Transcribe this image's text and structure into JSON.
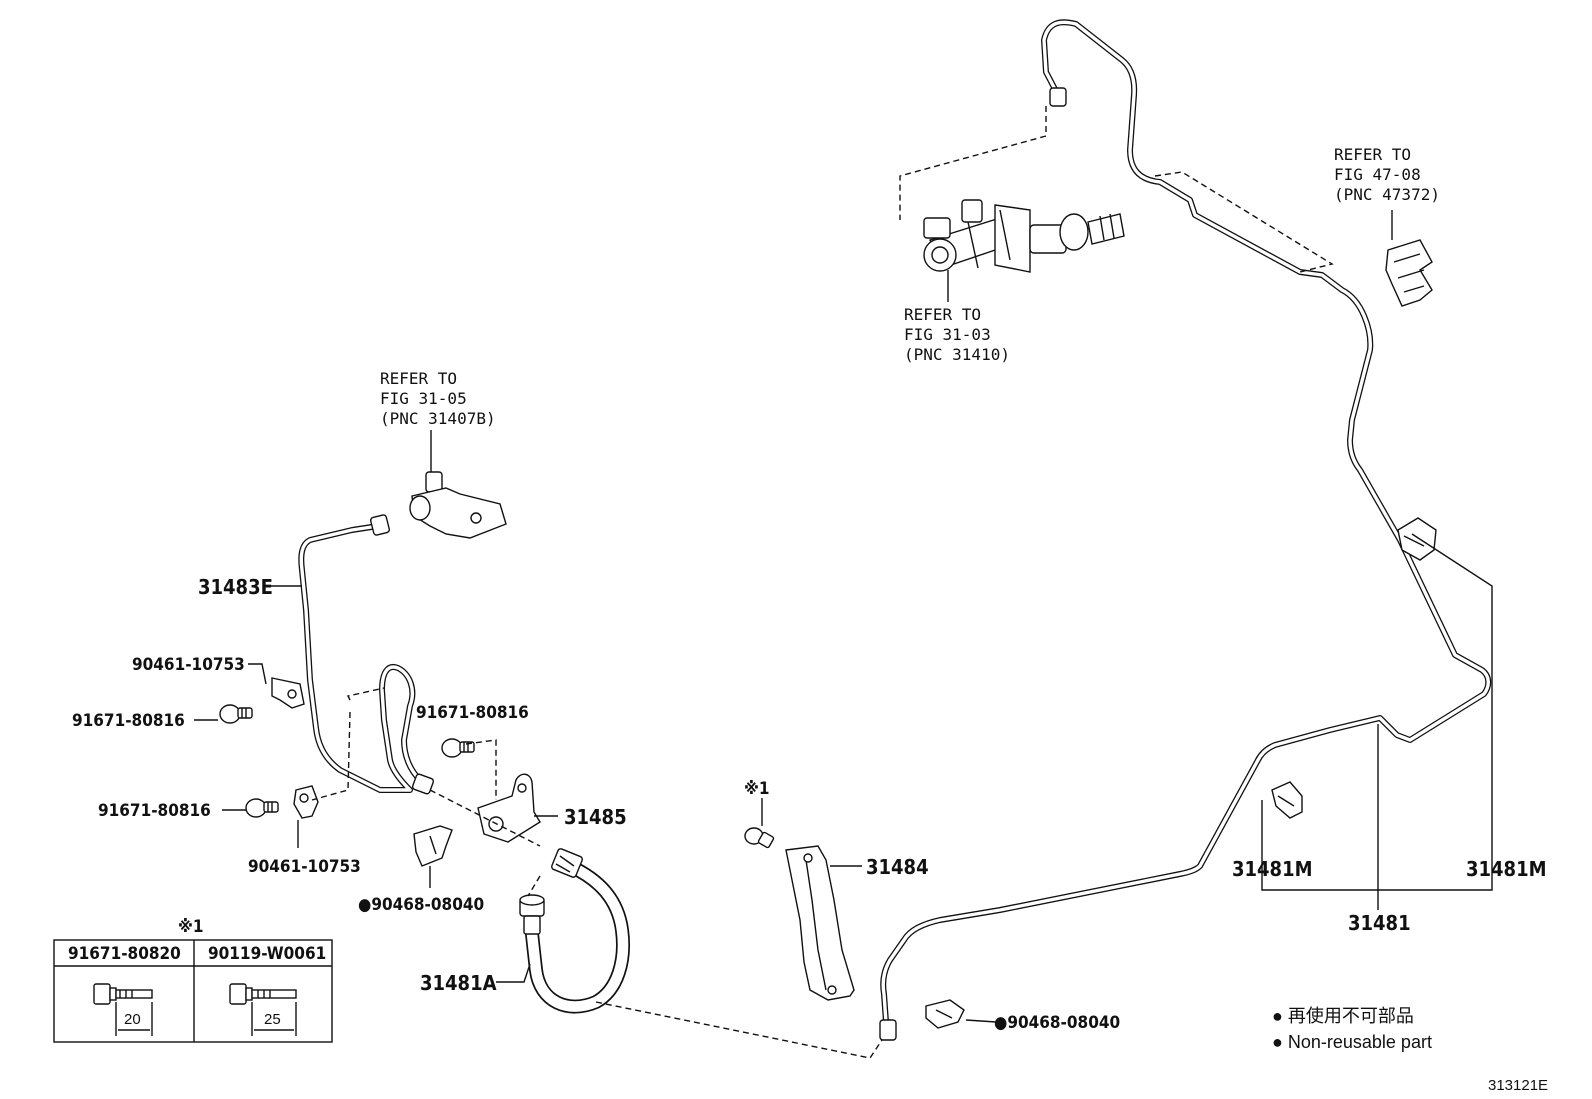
{
  "refs": {
    "fig3103": {
      "line1": "REFER TO",
      "line2": "FIG 31-03",
      "line3": "(PNC 31410)"
    },
    "fig3105": {
      "line1": "REFER TO",
      "line2": "FIG 31-05",
      "line3": "(PNC 31407B)"
    },
    "fig4708": {
      "line1": "REFER TO",
      "line2": "FIG 47-08",
      "line3": "(PNC 47372)"
    }
  },
  "parts": {
    "p31483E": "31483E",
    "p90461_top": "90461-10753",
    "p91671_left_top": "91671-80816",
    "p91671_mid": "91671-80816",
    "p91671_left_bottom": "91671-80816",
    "p90461_bottom": "90461-10753",
    "p31485": "31485",
    "p90468_left": "●90468-08040",
    "p31481A": "31481A",
    "p31484": "31484",
    "note_mark": "※1",
    "p90468_right": "●90468-08040",
    "p31481M_left": "31481M",
    "p31481M_right": "31481M",
    "p31481": "31481"
  },
  "table": {
    "mark": "※1",
    "col1": {
      "part": "91671-80820",
      "dim": "20"
    },
    "col2": {
      "part": "90119-W0061",
      "dim": "25"
    }
  },
  "legend": {
    "jp": "● 再使用不可部品",
    "en": "● Non-reusable part"
  },
  "figure_id": "313121E"
}
